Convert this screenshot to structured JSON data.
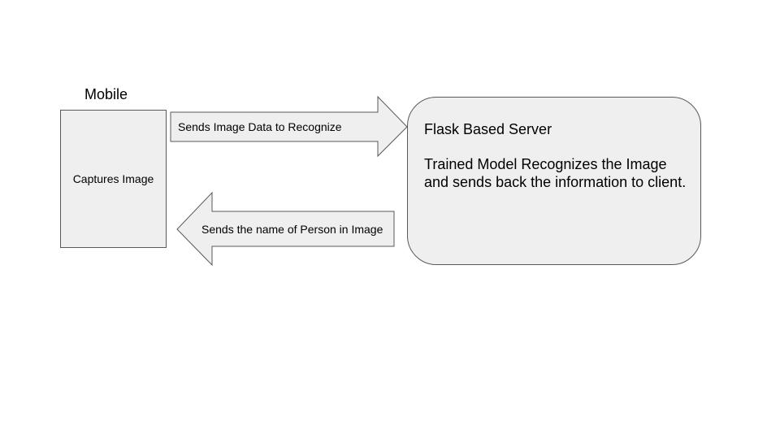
{
  "mobile": {
    "title": "Mobile",
    "box_label": "Captures Image"
  },
  "arrows": {
    "to_server_label": "Sends Image Data to Recognize",
    "to_mobile_label": "Sends the name of Person in Image"
  },
  "server": {
    "title": "Flask Based Server",
    "description": "Trained Model Recognizes the Image and sends back the information to client."
  },
  "colors": {
    "shape_fill": "#efefef",
    "shape_stroke": "#595959",
    "background": "#ffffff"
  }
}
